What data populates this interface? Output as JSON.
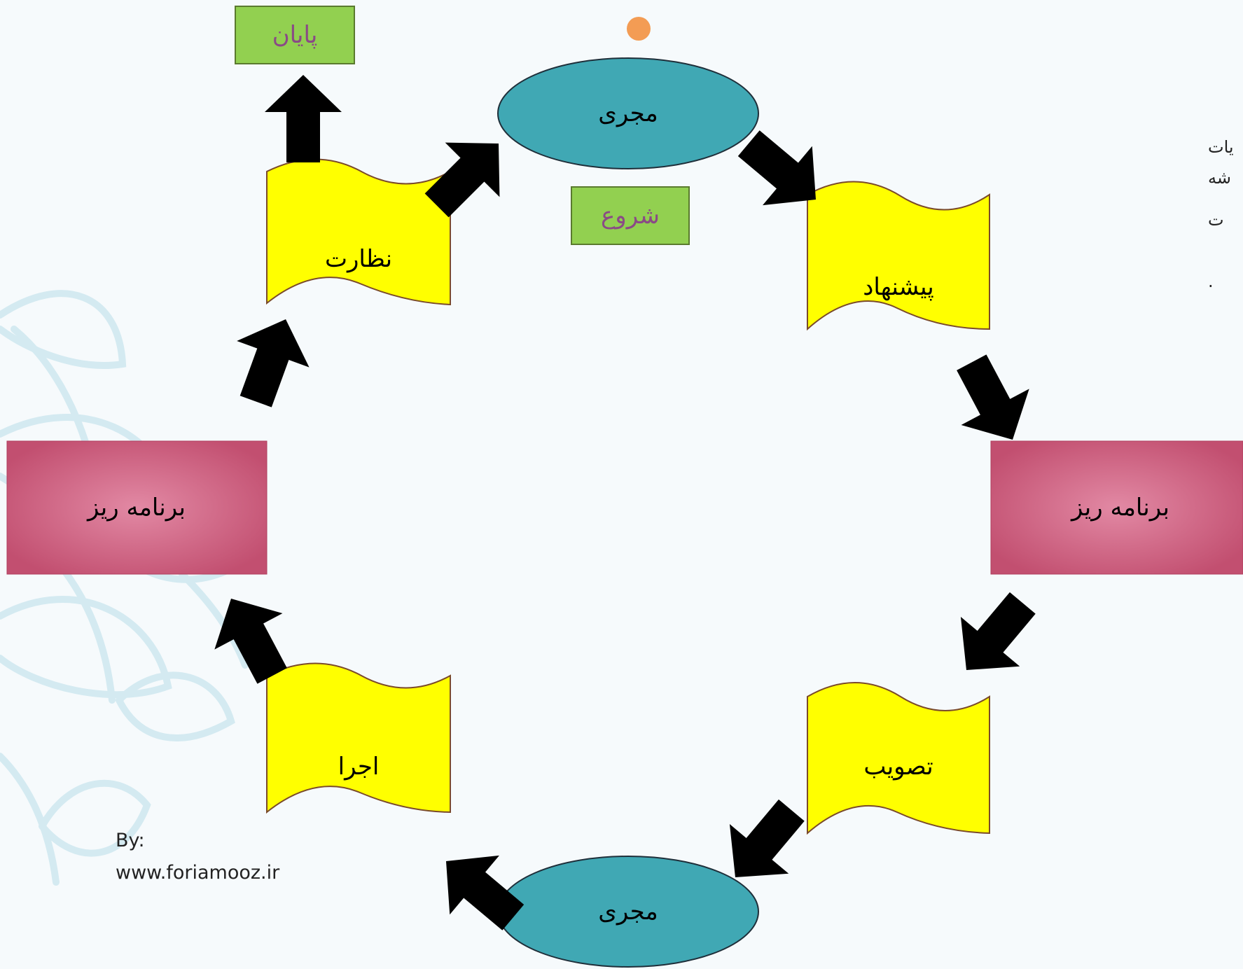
{
  "nodes": {
    "top_executor": "مجری",
    "proposal": "پیشنهاد",
    "planner_right": "برنامه ریز",
    "approval": "تصویب",
    "bottom_executor": "مجری",
    "execution": "اجرا",
    "planner_left": "برنامه ریز",
    "supervision": "نظارت"
  },
  "tags": {
    "start": "شروع",
    "end": "پایان"
  },
  "side_text": [
    "یات",
    "شه",
    "ت",
    "."
  ],
  "credit": {
    "by": "By:",
    "site": "www.foriamooz.ir"
  },
  "colors": {
    "ellipse_fill": "#40a8b4",
    "flag_fill": "#ffff00",
    "planner_fill": "#d8668a",
    "tag_fill": "#92d050",
    "tag_text": "#8a4a86",
    "arrow": "#000000",
    "dot": "#f39c54",
    "decor": "#cfe7ef"
  }
}
